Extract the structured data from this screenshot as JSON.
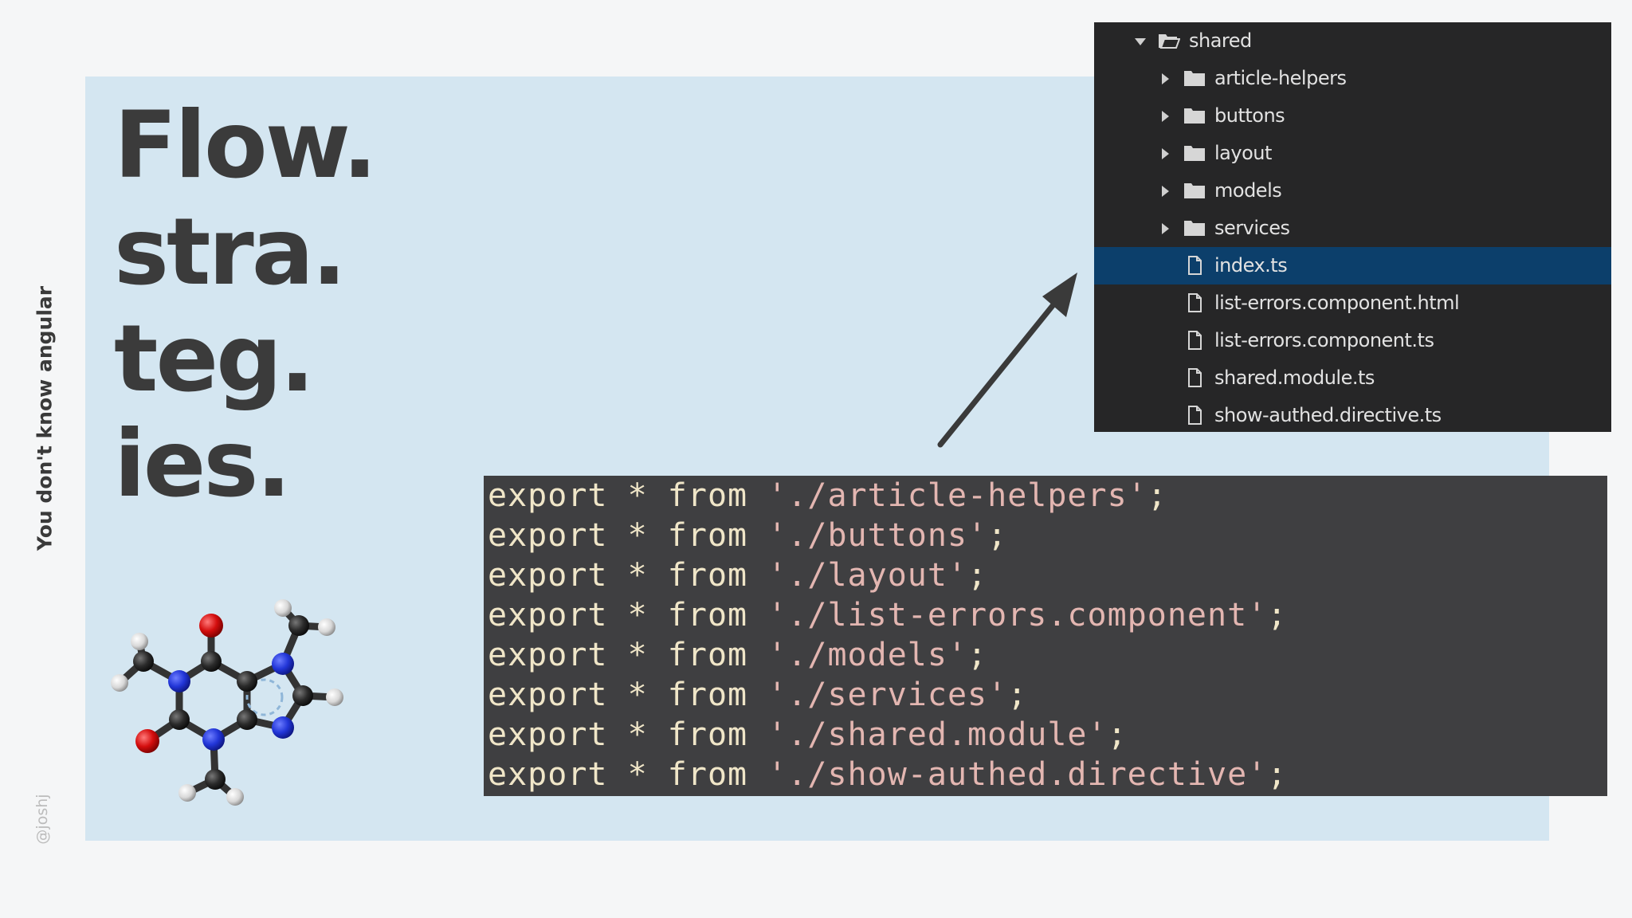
{
  "slide": {
    "side_title": "You don't know angular",
    "handle": "@joshj",
    "heading_lines": [
      "Flow.",
      "stra.",
      "teg.",
      "ies."
    ]
  },
  "explorer": {
    "folder_root": "shared",
    "items": [
      {
        "type": "folder",
        "label": "article-helpers"
      },
      {
        "type": "folder",
        "label": "buttons"
      },
      {
        "type": "folder",
        "label": "layout"
      },
      {
        "type": "folder",
        "label": "models"
      },
      {
        "type": "folder",
        "label": "services"
      },
      {
        "type": "file",
        "label": "index.ts",
        "selected": true
      },
      {
        "type": "file",
        "label": "list-errors.component.html"
      },
      {
        "type": "file",
        "label": "list-errors.component.ts"
      },
      {
        "type": "file",
        "label": "shared.module.ts"
      },
      {
        "type": "file",
        "label": "show-authed.directive.ts"
      }
    ],
    "selected_color": "#0c3f6b"
  },
  "code": {
    "keyword": "export",
    "star": "*",
    "from": "from",
    "lines": [
      "'./article-helpers'",
      "'./buttons'",
      "'./layout'",
      "'./list-errors.component'",
      "'./models'",
      "'./services'",
      "'./shared.module'",
      "'./show-authed.directive'"
    ],
    "terminator": ";"
  },
  "icons": {
    "folder": "folder-icon",
    "file": "file-icon",
    "open_folder": "folder-open-icon",
    "arrow": "arrow-icon",
    "molecule": "caffeine-molecule-image"
  }
}
